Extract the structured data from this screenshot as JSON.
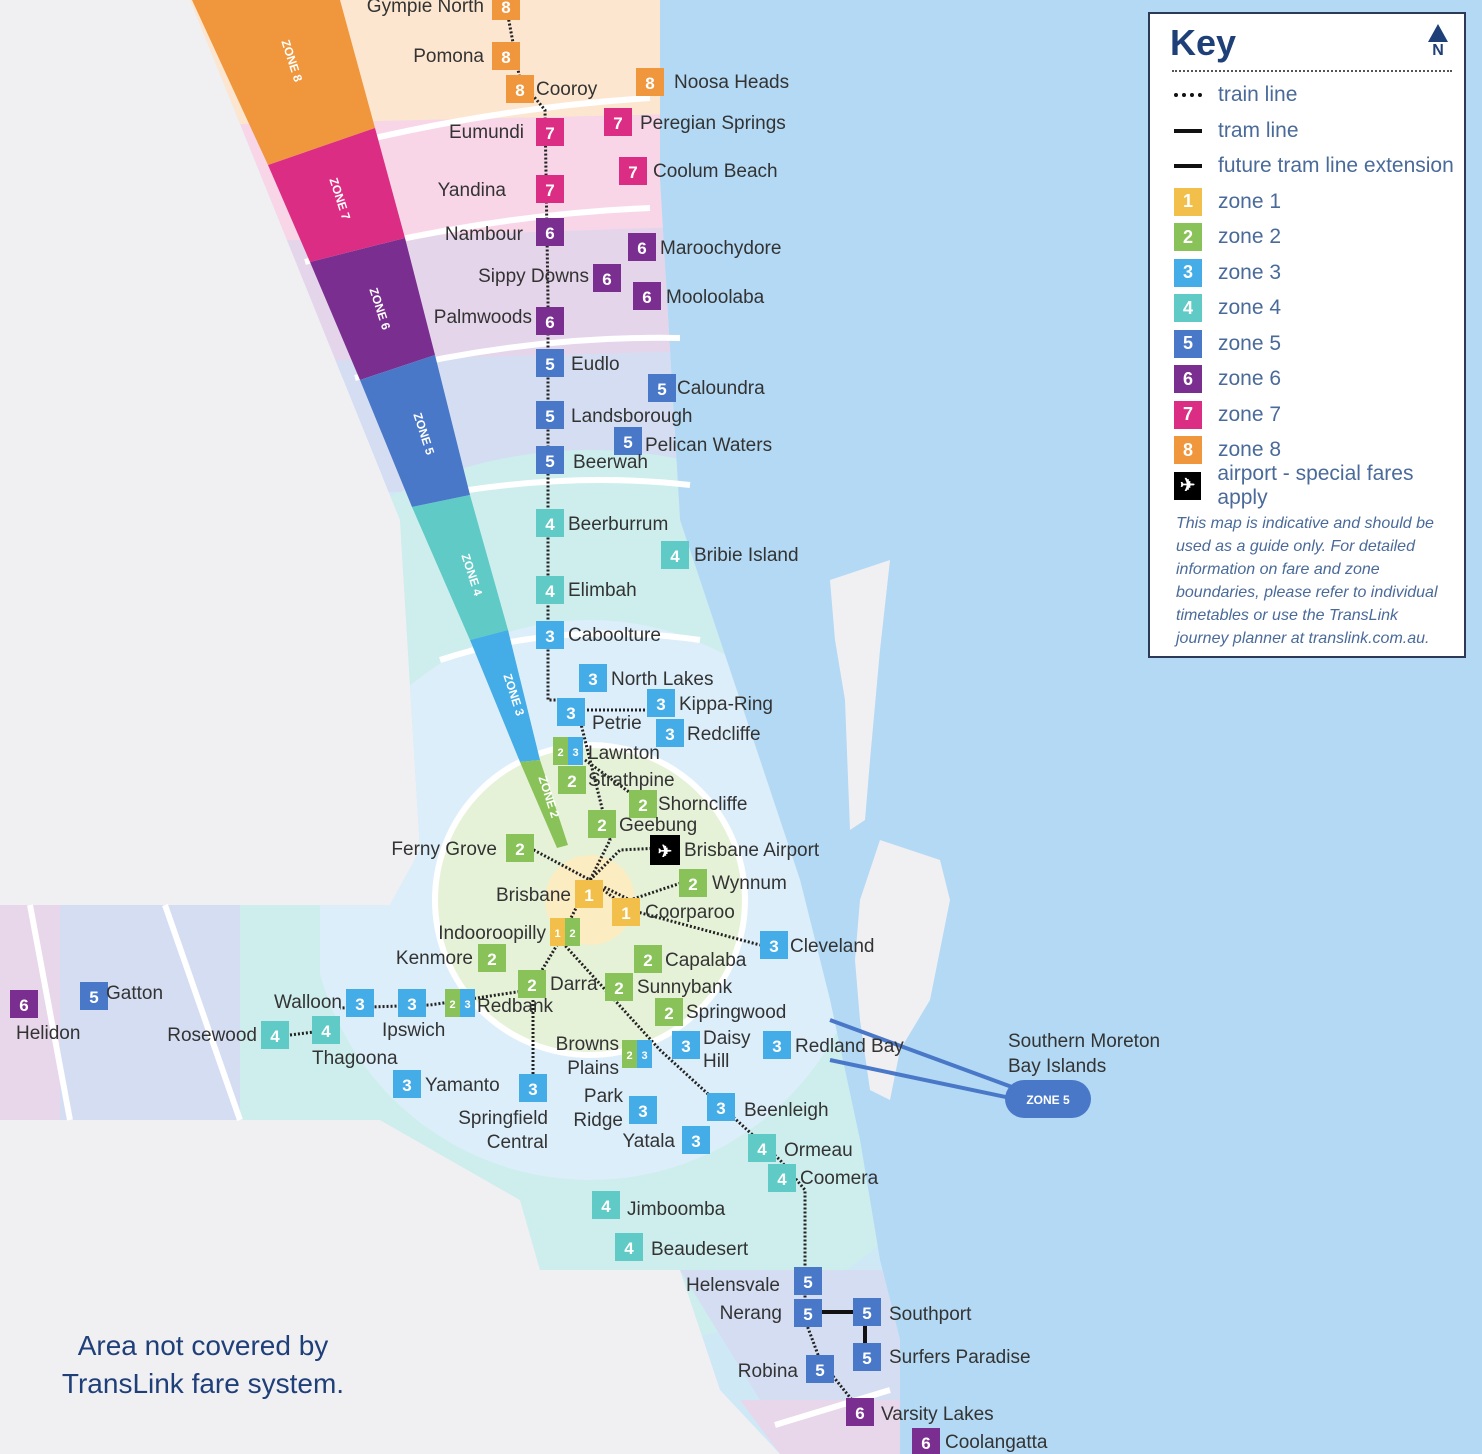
{
  "key": {
    "title": "Key",
    "north": "N",
    "items": [
      {
        "type": "train",
        "label": "train line"
      },
      {
        "type": "tram",
        "label": "tram line"
      },
      {
        "type": "tram",
        "label": "future tram line extension"
      },
      {
        "type": "zone",
        "num": "1",
        "color": "#f2c04a",
        "label": "zone 1"
      },
      {
        "type": "zone",
        "num": "2",
        "color": "#8ac25a",
        "label": "zone 2"
      },
      {
        "type": "zone",
        "num": "3",
        "color": "#44ace6",
        "label": "zone 3"
      },
      {
        "type": "zone",
        "num": "4",
        "color": "#5fcac6",
        "label": "zone 4"
      },
      {
        "type": "zone",
        "num": "5",
        "color": "#4a78c8",
        "label": "zone 5"
      },
      {
        "type": "zone",
        "num": "6",
        "color": "#7a2e8f",
        "label": "zone 6"
      },
      {
        "type": "zone",
        "num": "7",
        "color": "#dc2d84",
        "label": "zone 7"
      },
      {
        "type": "zone",
        "num": "8",
        "color": "#f0963c",
        "label": "zone 8"
      },
      {
        "type": "airport",
        "label": "airport - special fares apply"
      }
    ],
    "note": "This map is indicative and should be used as a guide only. For detailed information on fare and zone boundaries, please refer to individual timetables or use the TransLink journey planner at translink.com.au."
  },
  "zone_colors": {
    "1": "#f2c04a",
    "2": "#8ac25a",
    "3": "#44ace6",
    "4": "#5fcac6",
    "5": "#4a78c8",
    "6": "#7a2e8f",
    "7": "#dc2d84",
    "8": "#f0963c"
  },
  "zone_band_labels": [
    "ZONE 8",
    "ZONE 7",
    "ZONE 6",
    "ZONE 5",
    "ZONE 4",
    "ZONE 3",
    "ZONE 2"
  ],
  "island_zone_label": "ZONE 5",
  "island_label": [
    "Southern Moreton",
    "Bay Islands"
  ],
  "area_note": [
    "Area not covered by",
    "TransLink fare system."
  ],
  "stations": [
    {
      "name": "Gympie North",
      "zones": [
        "8"
      ]
    },
    {
      "name": "Pomona",
      "zones": [
        "8"
      ]
    },
    {
      "name": "Cooroy",
      "zones": [
        "8"
      ]
    },
    {
      "name": "Noosa Heads",
      "zones": [
        "8"
      ]
    },
    {
      "name": "Eumundi",
      "zones": [
        "7"
      ]
    },
    {
      "name": "Peregian Springs",
      "zones": [
        "7"
      ]
    },
    {
      "name": "Coolum Beach",
      "zones": [
        "7"
      ]
    },
    {
      "name": "Yandina",
      "zones": [
        "7"
      ]
    },
    {
      "name": "Nambour",
      "zones": [
        "6"
      ]
    },
    {
      "name": "Maroochydore",
      "zones": [
        "6"
      ]
    },
    {
      "name": "Sippy Downs",
      "zones": [
        "6"
      ]
    },
    {
      "name": "Mooloolaba",
      "zones": [
        "6"
      ]
    },
    {
      "name": "Palmwoods",
      "zones": [
        "6"
      ]
    },
    {
      "name": "Eudlo",
      "zones": [
        "5"
      ]
    },
    {
      "name": "Caloundra",
      "zones": [
        "5"
      ]
    },
    {
      "name": "Landsborough",
      "zones": [
        "5"
      ]
    },
    {
      "name": "Pelican Waters",
      "zones": [
        "5"
      ]
    },
    {
      "name": "Beerwah",
      "zones": [
        "5"
      ]
    },
    {
      "name": "Beerburrum",
      "zones": [
        "4"
      ]
    },
    {
      "name": "Bribie Island",
      "zones": [
        "4"
      ]
    },
    {
      "name": "Elimbah",
      "zones": [
        "4"
      ]
    },
    {
      "name": "Caboolture",
      "zones": [
        "3"
      ]
    },
    {
      "name": "North Lakes",
      "zones": [
        "3"
      ]
    },
    {
      "name": "Petrie",
      "zones": [
        "3"
      ]
    },
    {
      "name": "Kippa-Ring",
      "zones": [
        "3"
      ]
    },
    {
      "name": "Redcliffe",
      "zones": [
        "3"
      ]
    },
    {
      "name": "Lawnton",
      "zones": [
        "2",
        "3"
      ]
    },
    {
      "name": "Strathpine",
      "zones": [
        "2"
      ]
    },
    {
      "name": "Shorncliffe",
      "zones": [
        "2"
      ]
    },
    {
      "name": "Geebung",
      "zones": [
        "2"
      ]
    },
    {
      "name": "Brisbane Airport",
      "zones": [],
      "airport": true
    },
    {
      "name": "Ferny Grove",
      "zones": [
        "2"
      ]
    },
    {
      "name": "Wynnum",
      "zones": [
        "2"
      ]
    },
    {
      "name": "Brisbane",
      "zones": [
        "1"
      ]
    },
    {
      "name": "Coorparoo",
      "zones": [
        "1"
      ]
    },
    {
      "name": "Indooroopilly",
      "zones": [
        "1",
        "2"
      ]
    },
    {
      "name": "Cleveland",
      "zones": [
        "3"
      ]
    },
    {
      "name": "Kenmore",
      "zones": [
        "2"
      ]
    },
    {
      "name": "Capalaba",
      "zones": [
        "2"
      ]
    },
    {
      "name": "Darra",
      "zones": [
        "2"
      ]
    },
    {
      "name": "Sunnybank",
      "zones": [
        "2"
      ]
    },
    {
      "name": "Gatton",
      "zones": [
        "5"
      ]
    },
    {
      "name": "Helidon",
      "zones": [
        "6"
      ]
    },
    {
      "name": "Walloon",
      "zones": [
        "3"
      ]
    },
    {
      "name": "Ipswich",
      "zones": [
        "3"
      ]
    },
    {
      "name": "Redbank",
      "zones": [
        "2",
        "3"
      ]
    },
    {
      "name": "Springwood",
      "zones": [
        "2"
      ]
    },
    {
      "name": "Rosewood",
      "zones": [
        "4"
      ]
    },
    {
      "name": "Thagoona",
      "zones": [
        "4"
      ]
    },
    {
      "name": "Browns Plains",
      "zones": [
        "2",
        "3"
      ]
    },
    {
      "name": "Daisy Hill",
      "zones": [
        "3"
      ]
    },
    {
      "name": "Redland Bay",
      "zones": [
        "3"
      ]
    },
    {
      "name": "Yamanto",
      "zones": [
        "3"
      ]
    },
    {
      "name": "Springfield Central",
      "zones": [
        "3"
      ]
    },
    {
      "name": "Park Ridge",
      "zones": [
        "3"
      ]
    },
    {
      "name": "Beenleigh",
      "zones": [
        "3"
      ]
    },
    {
      "name": "Yatala",
      "zones": [
        "3"
      ]
    },
    {
      "name": "Ormeau",
      "zones": [
        "4"
      ]
    },
    {
      "name": "Coomera",
      "zones": [
        "4"
      ]
    },
    {
      "name": "Jimboomba",
      "zones": [
        "4"
      ]
    },
    {
      "name": "Beaudesert",
      "zones": [
        "4"
      ]
    },
    {
      "name": "Helensvale",
      "zones": [
        "5"
      ]
    },
    {
      "name": "Nerang",
      "zones": [
        "5"
      ]
    },
    {
      "name": "Southport",
      "zones": [
        "5"
      ]
    },
    {
      "name": "Surfers Paradise",
      "zones": [
        "5"
      ]
    },
    {
      "name": "Robina",
      "zones": [
        "5"
      ]
    },
    {
      "name": "Varsity Lakes",
      "zones": [
        "6"
      ]
    },
    {
      "name": "Coolangatta",
      "zones": [
        "6"
      ]
    }
  ]
}
